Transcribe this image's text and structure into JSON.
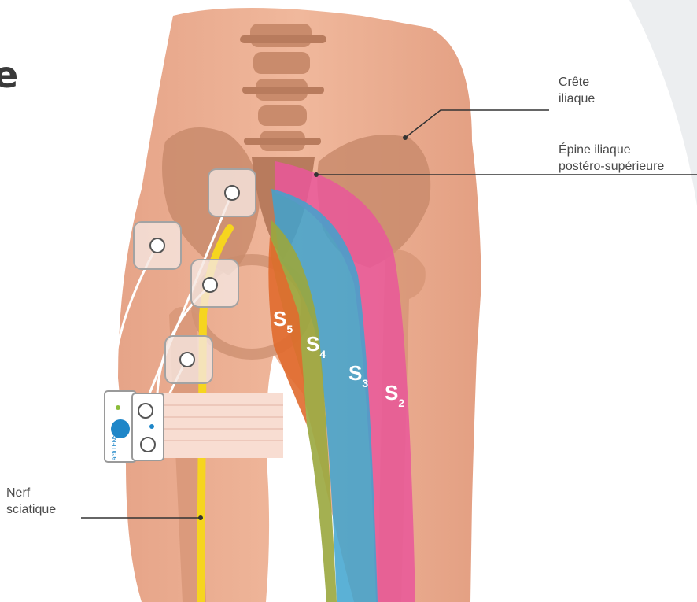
{
  "heading_fragment": "e",
  "labels": {
    "crete_line1": "Crête",
    "crete_line2": "iliaque",
    "epine_line1": "Épine iliaque",
    "epine_line2": "postéro-supérieure",
    "nerf_line1": "Nerf",
    "nerf_line2": "sciatique"
  },
  "dermatomes": [
    {
      "main": "S",
      "sub": "5"
    },
    {
      "main": "S",
      "sub": "4"
    },
    {
      "main": "S",
      "sub": "3"
    },
    {
      "main": "S",
      "sub": "2"
    }
  ],
  "device_brand": "actiTENS",
  "colors": {
    "background": "#eceef0",
    "page": "#ffffff",
    "skin": "#e9a98d",
    "bone": "#c98b6c",
    "nerve": "#f6d51f",
    "s2": "#e9579a",
    "s3": "#3ea3cf",
    "s4": "#9aa73e",
    "s5": "#e06a2e",
    "leader": "#333333"
  }
}
